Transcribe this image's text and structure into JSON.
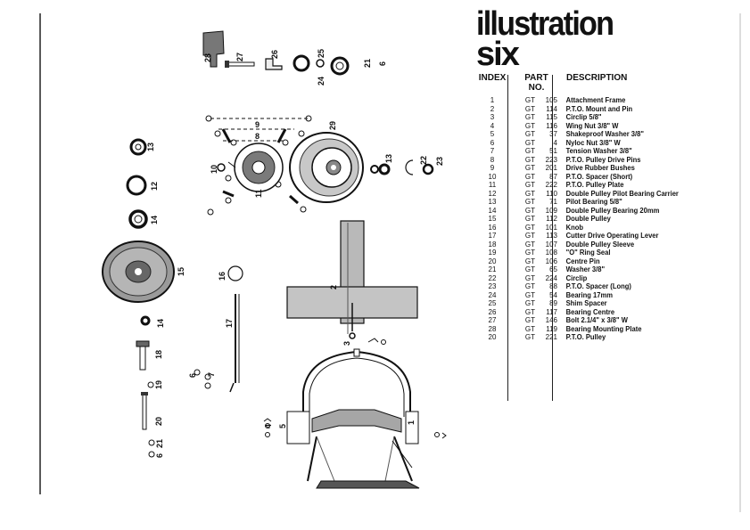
{
  "title": {
    "line1": "illustration",
    "line2": "six"
  },
  "table": {
    "headers": {
      "index": "INDEX",
      "part_line1": "PART",
      "part_line2": "NO.",
      "description": "DESCRIPTION"
    },
    "rows": [
      {
        "index": "1",
        "prefix": "GT",
        "number": "105",
        "description": "Attachment Frame"
      },
      {
        "index": "2",
        "prefix": "GT",
        "number": "114",
        "description": "P.T.O. Mount and Pin"
      },
      {
        "index": "3",
        "prefix": "GT",
        "number": "115",
        "description": "Circlip 5/8\""
      },
      {
        "index": "4",
        "prefix": "GT",
        "number": "116",
        "description": "Wing Nut 3/8\" W"
      },
      {
        "index": "5",
        "prefix": "GT",
        "number": "37",
        "description": "Shakeproof Washer 3/8\""
      },
      {
        "index": "6",
        "prefix": "GT",
        "number": "4",
        "description": "Nyloc Nut 3/8\" W"
      },
      {
        "index": "7",
        "prefix": "GT",
        "number": "51",
        "description": "Tension Washer 3/8\""
      },
      {
        "index": "8",
        "prefix": "GT",
        "number": "223",
        "description": "P.T.O. Pulley Drive Pins"
      },
      {
        "index": "9",
        "prefix": "GT",
        "number": "201",
        "description": "Drive Rubber Bushes"
      },
      {
        "index": "10",
        "prefix": "GT",
        "number": "87",
        "description": "P.T.O. Spacer (Short)"
      },
      {
        "index": "11",
        "prefix": "GT",
        "number": "222",
        "description": "P.T.O. Pulley Plate"
      },
      {
        "index": "12",
        "prefix": "GT",
        "number": "110",
        "description": "Double Pulley Pilot Bearing Carrier"
      },
      {
        "index": "13",
        "prefix": "GT",
        "number": "71",
        "description": "Pilot Bearing 5/8\""
      },
      {
        "index": "14",
        "prefix": "GT",
        "number": "109",
        "description": "Double Pulley Bearing 20mm"
      },
      {
        "index": "15",
        "prefix": "GT",
        "number": "112",
        "description": "Double Pulley"
      },
      {
        "index": "16",
        "prefix": "GT",
        "number": "101",
        "description": "Knob"
      },
      {
        "index": "17",
        "prefix": "GT",
        "number": "113",
        "description": "Cutter Drive Operating Lever"
      },
      {
        "index": "18",
        "prefix": "GT",
        "number": "107",
        "description": "Double Pulley Sleeve"
      },
      {
        "index": "19",
        "prefix": "GT",
        "number": "108",
        "description": "\"O\" Ring Seal"
      },
      {
        "index": "20",
        "prefix": "GT",
        "number": "106",
        "description": "Centre Pin"
      },
      {
        "index": "21",
        "prefix": "GT",
        "number": "65",
        "description": "Washer 3/8\""
      },
      {
        "index": "22",
        "prefix": "GT",
        "number": "224",
        "description": "Circlip"
      },
      {
        "index": "23",
        "prefix": "GT",
        "number": "88",
        "description": "P.T.O. Spacer (Long)"
      },
      {
        "index": "24",
        "prefix": "GT",
        "number": "54",
        "description": "Bearing 17mm"
      },
      {
        "index": "25",
        "prefix": "GT",
        "number": "89",
        "description": "Shim Spacer"
      },
      {
        "index": "26",
        "prefix": "GT",
        "number": "117",
        "description": "Bearing Centre"
      },
      {
        "index": "27",
        "prefix": "GT",
        "number": "146",
        "description": "Bolt 2.1/4\" x 3/8\" W"
      },
      {
        "index": "28",
        "prefix": "GT",
        "number": "119",
        "description": "Bearing Mounting Plate"
      },
      {
        "index": "20",
        "prefix": "GT",
        "number": "221",
        "description": "P.T.O. Pulley"
      }
    ]
  },
  "callouts": [
    "28",
    "27",
    "26",
    "25",
    "24",
    "21",
    "6",
    "13",
    "12",
    "14",
    "15",
    "10",
    "11",
    "9",
    "8",
    "29",
    "13",
    "22",
    "23",
    "2",
    "16",
    "17",
    "14",
    "18",
    "19",
    "20",
    "21",
    "6",
    "6",
    "7",
    "3",
    "4",
    "5",
    "1"
  ],
  "colors": {
    "ink": "#111111",
    "paper": "#ffffff",
    "shade": "#8a8a8a"
  }
}
